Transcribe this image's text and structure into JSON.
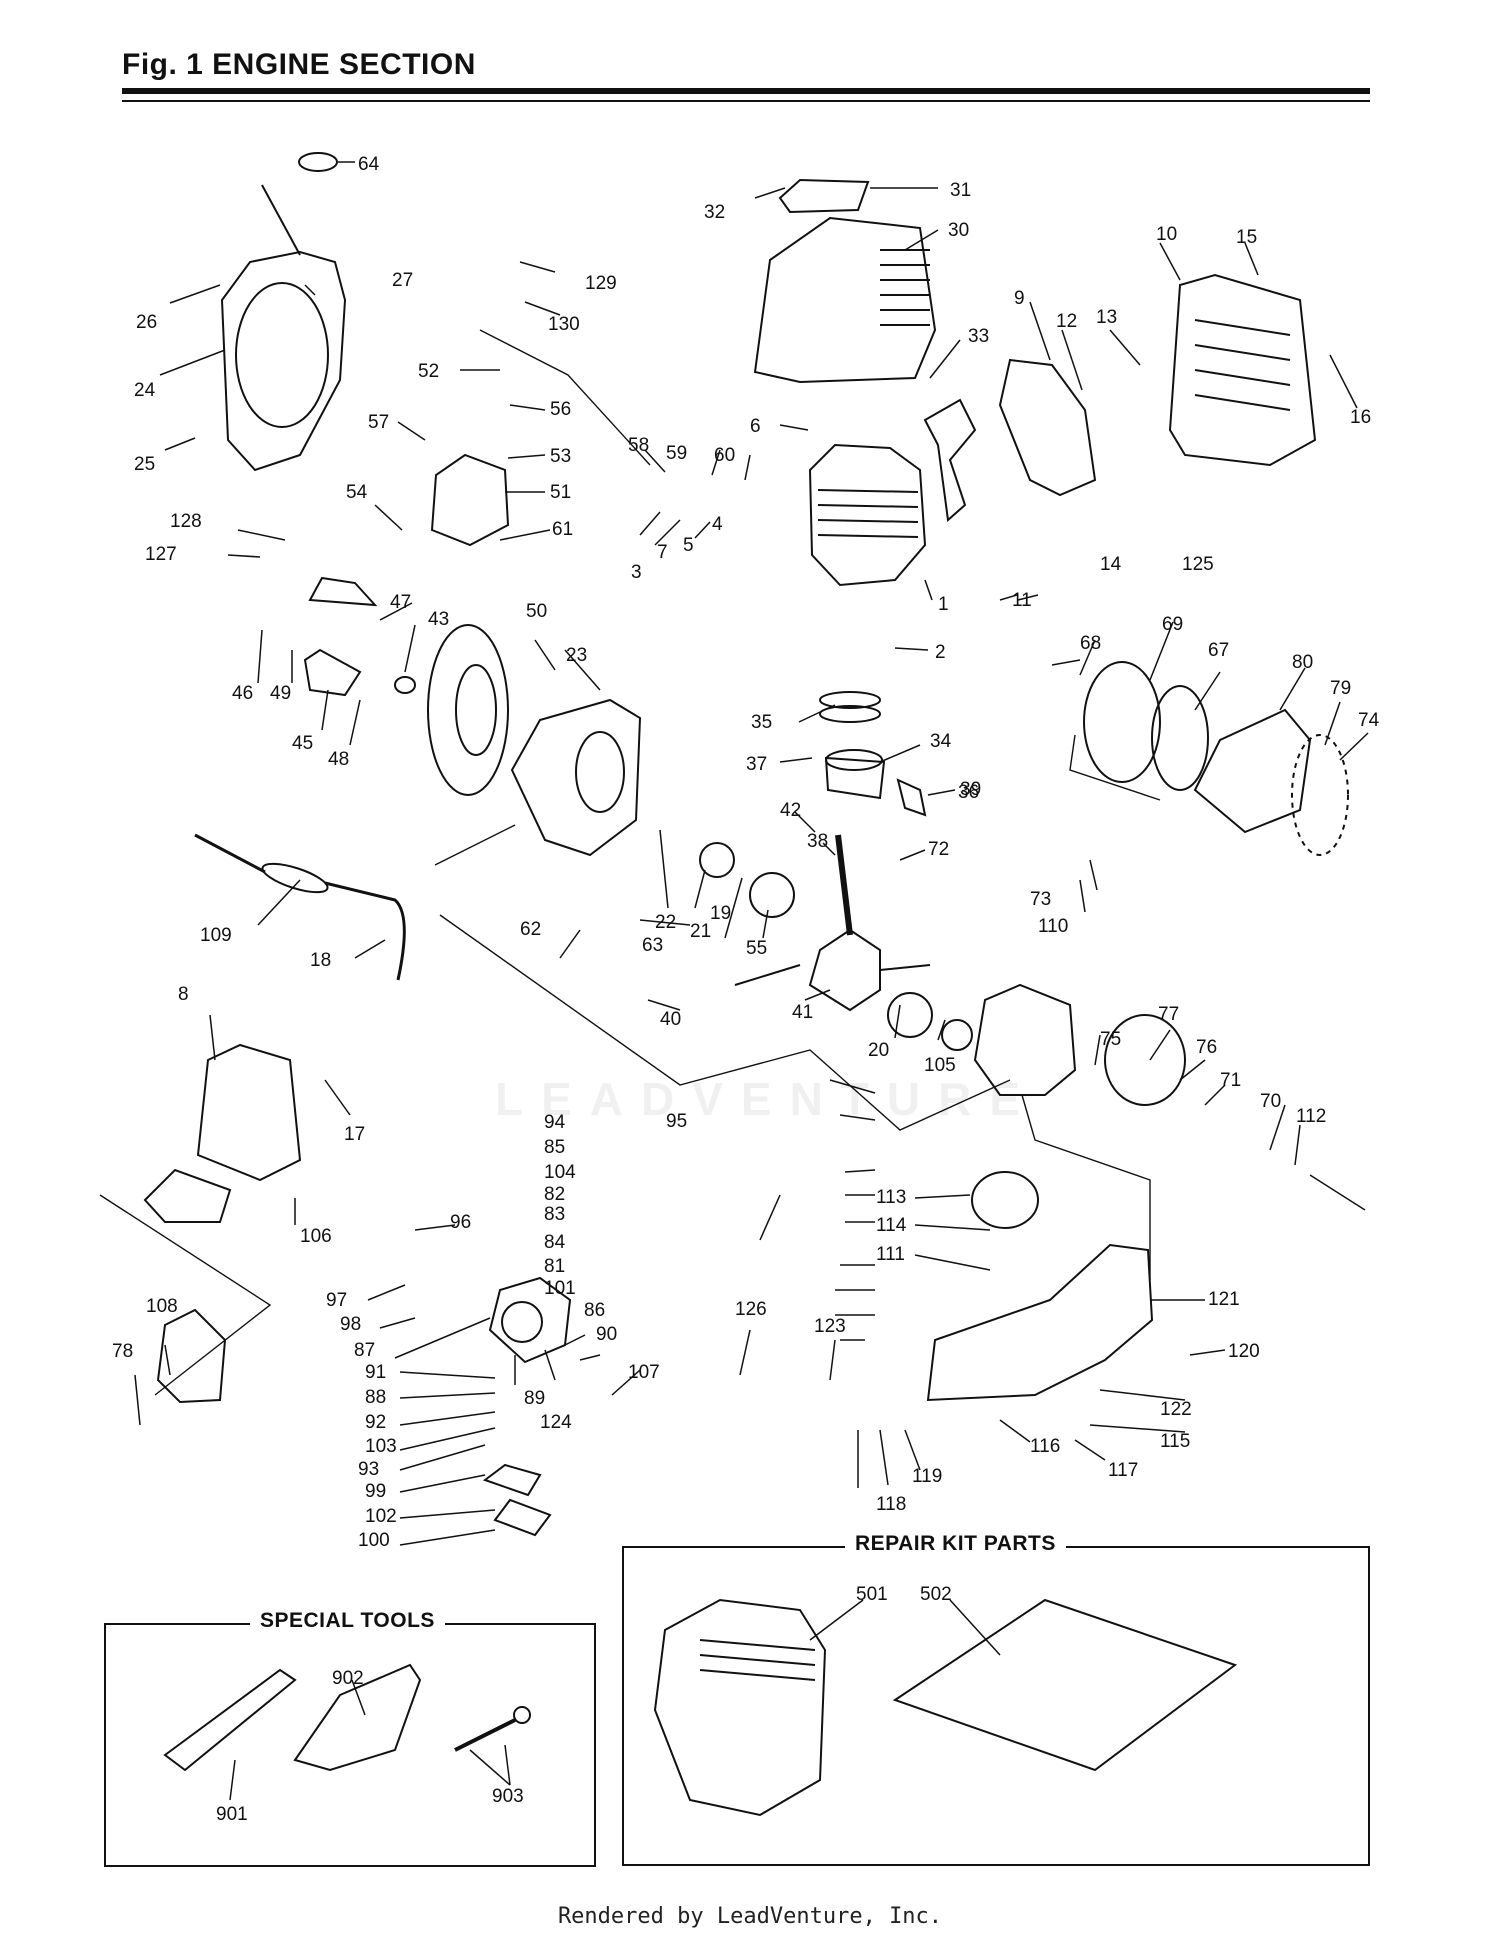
{
  "title": "Fig. 1 ENGINE SECTION",
  "footer": "Rendered by LeadVenture, Inc.",
  "watermark": "LEADVENTURE",
  "special_tools": {
    "title": "SPECIAL TOOLS",
    "labels": [
      "902",
      "901",
      "903"
    ]
  },
  "repair_kit": {
    "title": "REPAIR KIT PARTS",
    "labels": [
      "501",
      "502"
    ]
  },
  "part_labels": [
    "64",
    "27",
    "26",
    "24",
    "25",
    "129",
    "130",
    "32",
    "31",
    "30",
    "33",
    "10",
    "15",
    "9",
    "12",
    "13",
    "16",
    "52",
    "56",
    "57",
    "53",
    "58",
    "59",
    "60",
    "6",
    "51",
    "54",
    "61",
    "128",
    "127",
    "47",
    "43",
    "46",
    "49",
    "45",
    "48",
    "3",
    "7",
    "5",
    "4",
    "1",
    "2",
    "11",
    "14",
    "125",
    "50",
    "23",
    "35",
    "37",
    "34",
    "36",
    "39",
    "42",
    "38",
    "72",
    "68",
    "69",
    "67",
    "80",
    "79",
    "74",
    "73",
    "110",
    "109",
    "18",
    "22",
    "21",
    "19",
    "55",
    "63",
    "62",
    "40",
    "41",
    "20",
    "105",
    "8",
    "17",
    "95",
    "94",
    "85",
    "104",
    "82",
    "83",
    "84",
    "81",
    "101",
    "96",
    "97",
    "98",
    "87",
    "86",
    "90",
    "91",
    "89",
    "88",
    "92",
    "103",
    "93",
    "99",
    "102",
    "100",
    "124",
    "107",
    "106",
    "108",
    "78",
    "75",
    "77",
    "76",
    "71",
    "70",
    "112",
    "113",
    "114",
    "111",
    "121",
    "120",
    "126",
    "123",
    "122",
    "115",
    "116",
    "117",
    "119",
    "118"
  ]
}
